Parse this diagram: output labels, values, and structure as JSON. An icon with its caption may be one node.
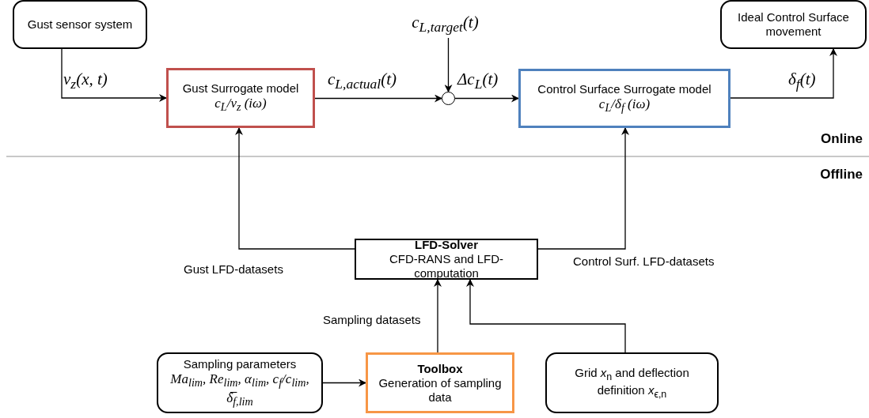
{
  "diagram": {
    "nodes": [
      {
        "text": [
          "Gust sensor system"
        ]
      },
      {
        "text": [
          "c$_{L,target}$(t)"
        ]
      },
      {
        "text": [
          "Ideal Control Surface movement"
        ]
      },
      {
        "text": [
          "Gust Surrogate model",
          "c$_{L}$/v$_{z}$ (iω)"
        ]
      },
      {
        "text": [],
        "shape": "circle"
      },
      {
        "text": [
          "Control Surface Surrogate model",
          "c$_{L}$/δ$_{f}$ (iω)"
        ]
      },
      {
        "text": [
          "LFD-Solver",
          "CFD-RANS and LFD-computation"
        ]
      },
      {
        "text": [
          "Sampling parameters",
          "Ma$_{lim}$, Re$_{lim}$, α$_{lim}$, c$_{f}$/c$_{lim}$, δ̅$_{f,lim}$"
        ]
      },
      {
        "text": [
          "Toolbox",
          "Generation of sampling data"
        ]
      },
      {
        "text": [
          "Grid *x*$_{n}$ and deflection definition *x*$_{ϵ,n}$"
        ]
      }
    ],
    "edges": [
      {
        "from": 0,
        "to": 3,
        "arrow": "to",
        "label": "v$_{z}$(x, t)"
      },
      {
        "from": 3,
        "to": 4,
        "arrow": "to",
        "label": "c$_{L,actual}$(t)"
      },
      {
        "from": 1,
        "to": 4,
        "arrow": "to"
      },
      {
        "from": 4,
        "to": 5,
        "arrow": "to",
        "label": "Δc$_{L}$(t)"
      },
      {
        "from": 5,
        "to": 2,
        "arrow": "to",
        "label": "δ$_{f}$(t)"
      },
      {
        "from": 6,
        "to": 3,
        "arrow": "to",
        "label": "Gust LFD-datasets"
      },
      {
        "from": 6,
        "to": 5,
        "arrow": "to",
        "label": "Control Surf. LFD-datasets"
      },
      {
        "from": 8,
        "to": 6,
        "arrow": "to",
        "label": "Sampling datasets"
      },
      {
        "from": 9,
        "to": 6,
        "arrow": "to"
      },
      {
        "from": 7,
        "to": 8,
        "arrow": "to"
      }
    ],
    "labels": [
      "Online",
      "Offline"
    ]
  }
}
